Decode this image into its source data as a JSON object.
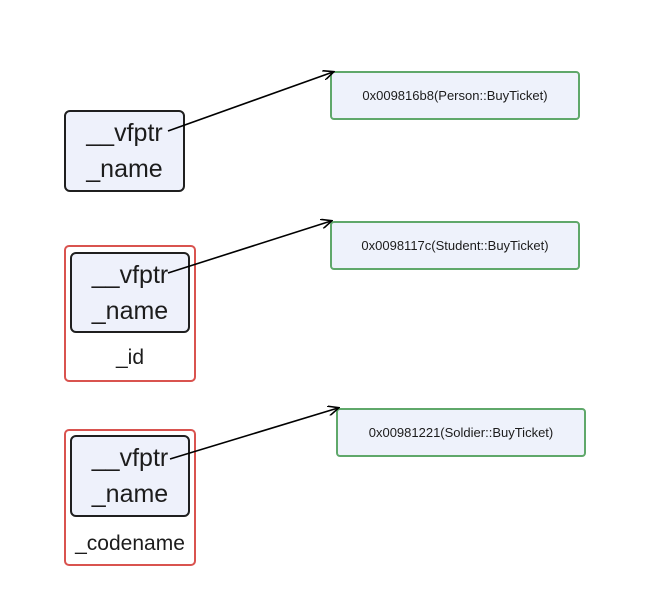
{
  "objects": [
    {
      "fields": [
        "__vfptr",
        "_name"
      ],
      "extra_field": "",
      "vtable_entry": "0x009816b8(Person::BuyTicket)"
    },
    {
      "fields": [
        "__vfptr",
        "_name"
      ],
      "extra_field": "_id",
      "vtable_entry": "0x0098117c(Student::BuyTicket)"
    },
    {
      "fields": [
        "__vfptr",
        "_name"
      ],
      "extra_field": "_codename",
      "vtable_entry": "0x00981221(Soldier::BuyTicket)"
    }
  ],
  "colors": {
    "object_border": "#1f1f1f",
    "object_fill": "#eef1fb",
    "derived_border": "#d9534f",
    "target_border": "#5fa86a",
    "target_fill": "#eef2fb",
    "arrow": "#000000"
  }
}
